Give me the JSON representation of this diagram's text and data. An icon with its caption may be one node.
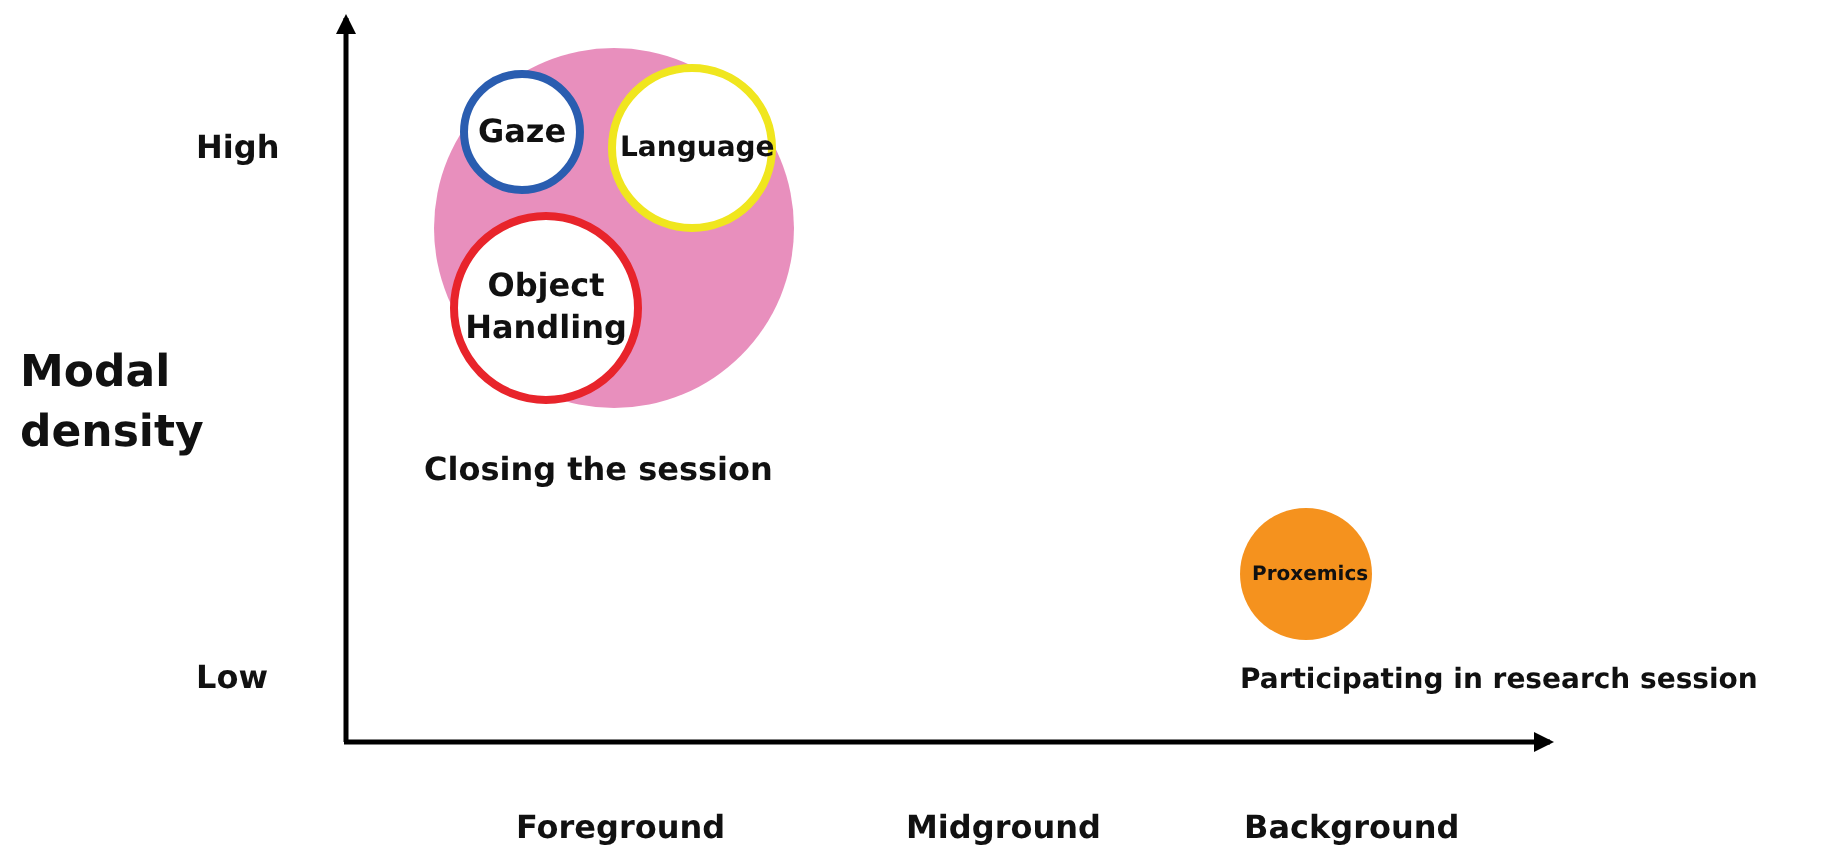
{
  "diagram": {
    "nodes": [
      {
        "text": [],
        "shape": "circle",
        "beside": [
          "Closing the session"
        ]
      },
      {
        "text": [
          "Gaze"
        ],
        "in": 0
      },
      {
        "text": [
          "Language"
        ],
        "in": 0
      },
      {
        "text": [
          "Object Handling"
        ],
        "in": 0
      },
      {
        "text": [
          "Proxemics"
        ],
        "beside": [
          "Participating in research session"
        ]
      }
    ],
    "edges": [],
    "labels": [
      "Modal density",
      "High",
      "Low",
      "Foreground",
      "Midground",
      "Background"
    ]
  }
}
